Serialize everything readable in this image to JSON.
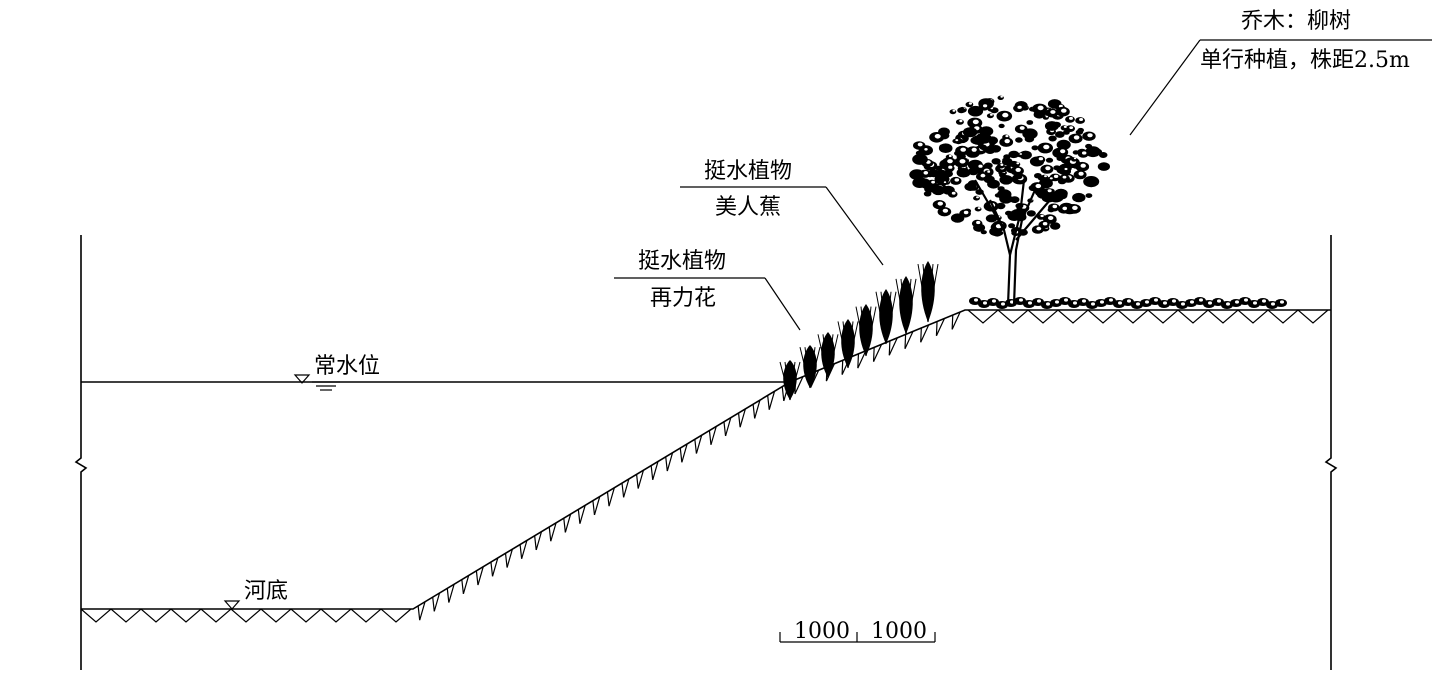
{
  "labels": {
    "tree_title": "乔木：柳树",
    "tree_desc": "单行种植，株距2.5m",
    "plant1_title": "挺水植物",
    "plant1_name": "美人蕉",
    "plant2_title": "挺水植物",
    "plant2_name": "再力花",
    "water_level": "常水位",
    "river_bed": "河底"
  },
  "scale_bar": {
    "segment_1": "1000",
    "segment_2": "1000"
  },
  "colors": {
    "ink": "#000000",
    "background": "#ffffff"
  }
}
